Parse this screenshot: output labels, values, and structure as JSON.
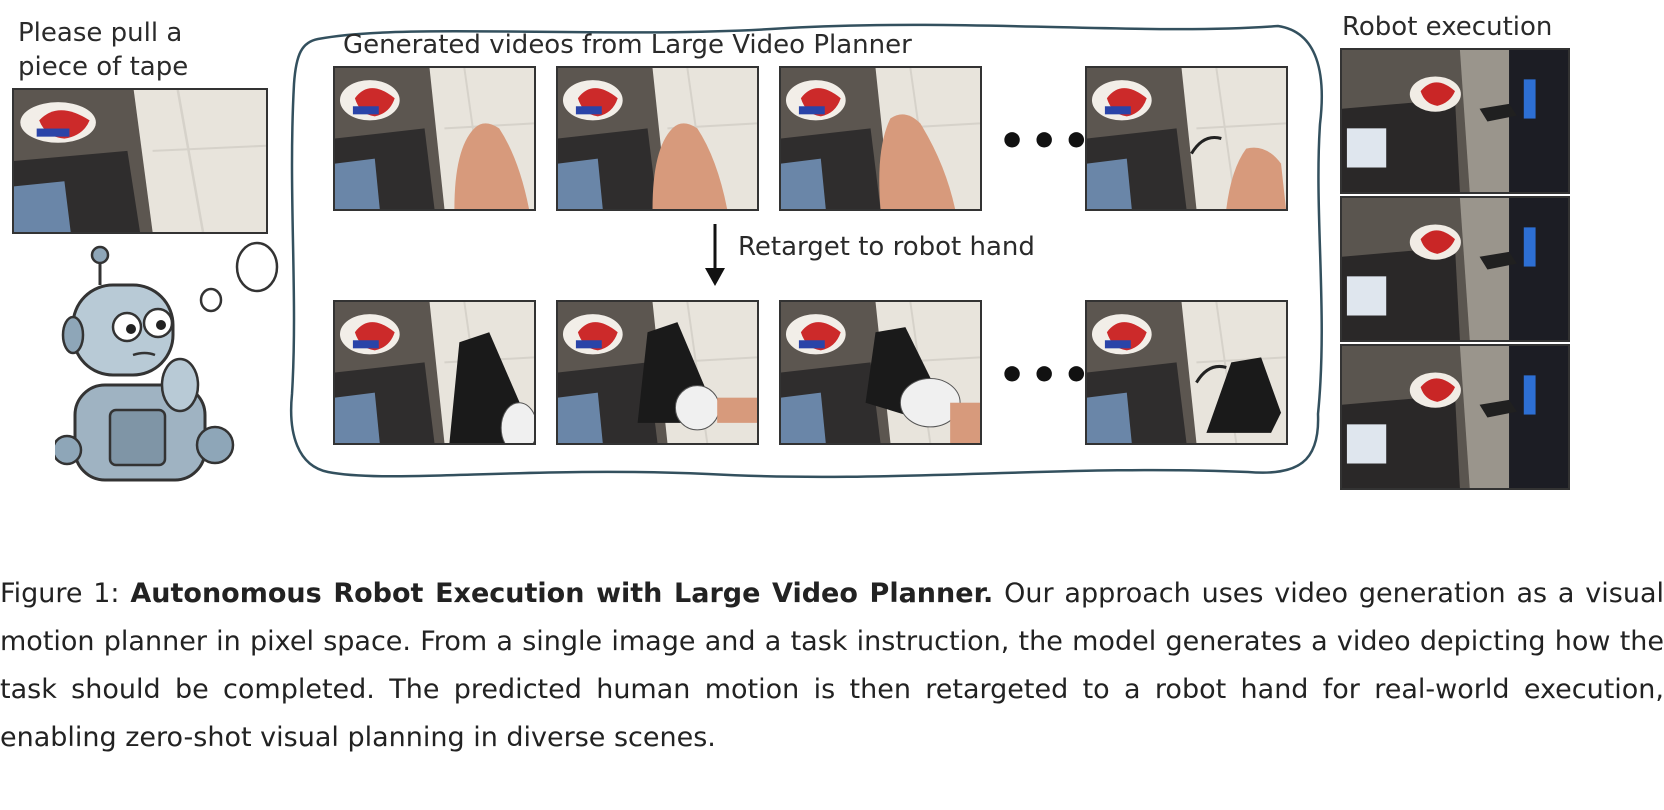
{
  "figure": {
    "left_panel": {
      "instruction": "Please pull a piece of tape"
    },
    "center_panel": {
      "title": "Generated videos from Large Video Planner",
      "arrow_label": "Retarget to robot hand",
      "ellipsis": "•••"
    },
    "right_panel": {
      "title": "Robot execution"
    },
    "icons": [
      "robot-thinking-icon",
      "down-arrow-icon",
      "thought-bubble-icon"
    ]
  },
  "caption": {
    "prefix": "Figure 1:",
    "bold": "Autonomous Robot Execution with Large Video Planner.",
    "body": "Our approach uses video generation as a visual motion planner in pixel space. From a single image and a task instruction, the model generates a video depicting how the task should be completed. The predicted human motion is then retargeted to a robot hand for real-world execution, enabling zero-shot visual planning in diverse scenes."
  }
}
